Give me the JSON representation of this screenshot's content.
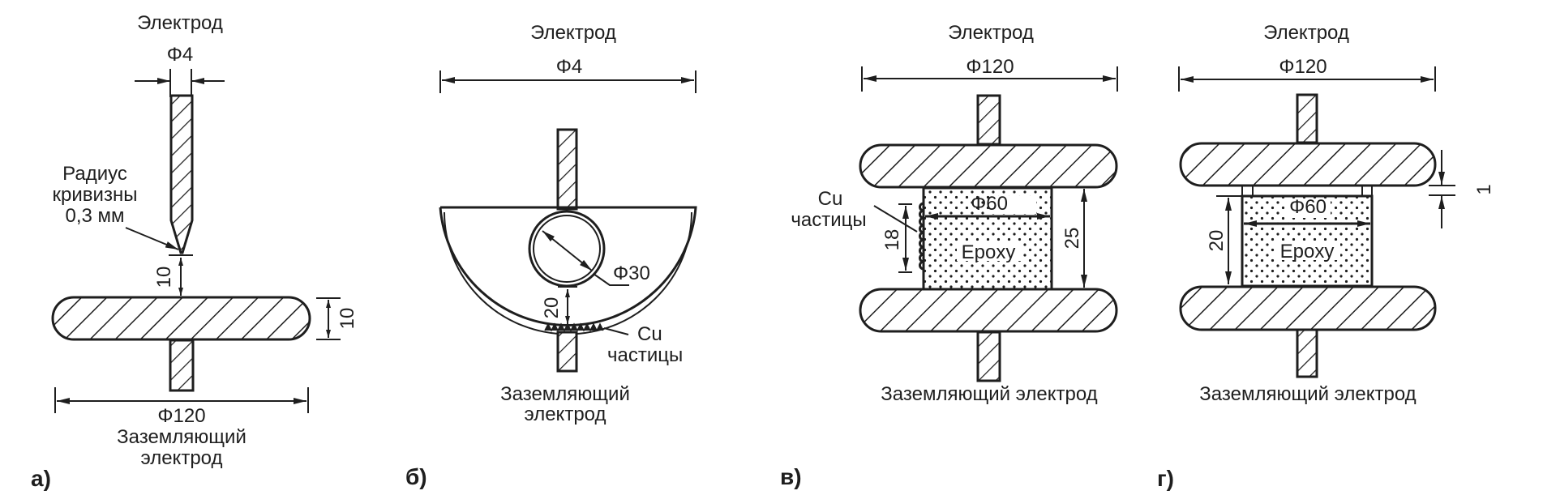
{
  "figure": {
    "ink_color": "#1e1e1e",
    "background": "#ffffff",
    "panels": [
      {
        "tag": "а)",
        "electrode_label": "Электрод",
        "electrode_diameter": "Φ4",
        "radius_label": [
          "Радиус",
          "кривизны",
          "0,3 мм"
        ],
        "gap_dim": "10",
        "disk_thickness_dim": "10",
        "ground_diameter": "Φ120",
        "ground_label": [
          "Заземляющий",
          "электрод"
        ]
      },
      {
        "tag": "б)",
        "electrode_label": "Электрод",
        "electrode_diameter": "Φ4",
        "sphere_diameter": "Φ30",
        "gap_dim": "20",
        "particles_label": [
          "Cu",
          "частицы"
        ],
        "ground_label": [
          "Заземляющий",
          "электрод"
        ]
      },
      {
        "tag": "в)",
        "electrode_label": "Электрод",
        "electrode_diameter": "Φ120",
        "sample_diameter": "Φ60",
        "sample_material": "Epoxy",
        "height_dim": "25",
        "particles_dim": "18",
        "particles_label": [
          "Cu",
          "частицы"
        ],
        "ground_label": "Заземляющий электрод"
      },
      {
        "tag": "г)",
        "electrode_label": "Электрод",
        "electrode_diameter": "Φ120",
        "sample_diameter": "Φ60",
        "sample_material": "Epoxy",
        "height_dim": "20",
        "gap_dim": "1",
        "ground_label": "Заземляющий электрод"
      }
    ]
  }
}
